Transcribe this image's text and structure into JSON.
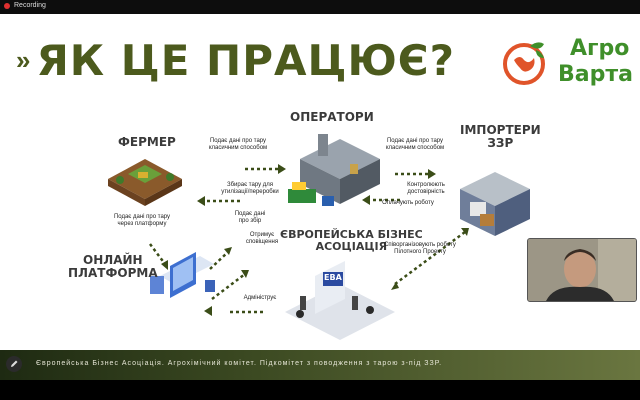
{
  "recording": {
    "label": "Recording"
  },
  "slide": {
    "title": "ЯК ЦЕ ПРАЦЮЄ?",
    "logo": {
      "line1": "Агро",
      "line2": "Варта"
    },
    "nodes": {
      "farmer": "ФЕРМЕР",
      "operators": "ОПЕРАТОРИ",
      "importers_1": "ІМПОРТЕРИ",
      "importers_2": "ЗЗР",
      "platform_1": "ОНЛАЙН",
      "platform_2": "ПЛАТФОРМА",
      "eba_1": "ЄВРОПЕЙСЬКА БІЗНЕС",
      "eba_2": "АСОЦІАЦІЯ",
      "eba_sign": "EBA"
    },
    "notes": {
      "farmer_to_operators_1": "Подає дані про тару",
      "farmer_to_operators_2": "класичним способом",
      "operators_collect_1": "Збирає тару для",
      "operators_collect_2": "утилізації/переробки",
      "operators_to_importers_1": "Подає дані про тару",
      "operators_to_importers_2": "класичним способом",
      "control_1": "Контролюють",
      "control_2": "достовірність",
      "pay": "Оплачують роботу",
      "farmer_to_platform_1": "Подає дані про тару",
      "farmer_to_platform_2": "через платформу",
      "collection_1": "Подає дані",
      "collection_2": "про збір",
      "notifications_1": "Отримує",
      "notifications_2": "сповіщення",
      "cofinance_1": "Співорганізовують роботу",
      "cofinance_2": "Пілотного Проекту",
      "admin": "Адмініструє"
    }
  },
  "bottom_bar": {
    "caption": "Європейська Бізнес Асоціація. Агрохімічний комітет. Підкомітет з поводження з тарою з-під ЗЗР."
  },
  "colors": {
    "title": "#4c5a1d",
    "logo_green": "#3f8f2a",
    "logo_orange": "#e0542a",
    "arrow": "#3b4d18"
  }
}
